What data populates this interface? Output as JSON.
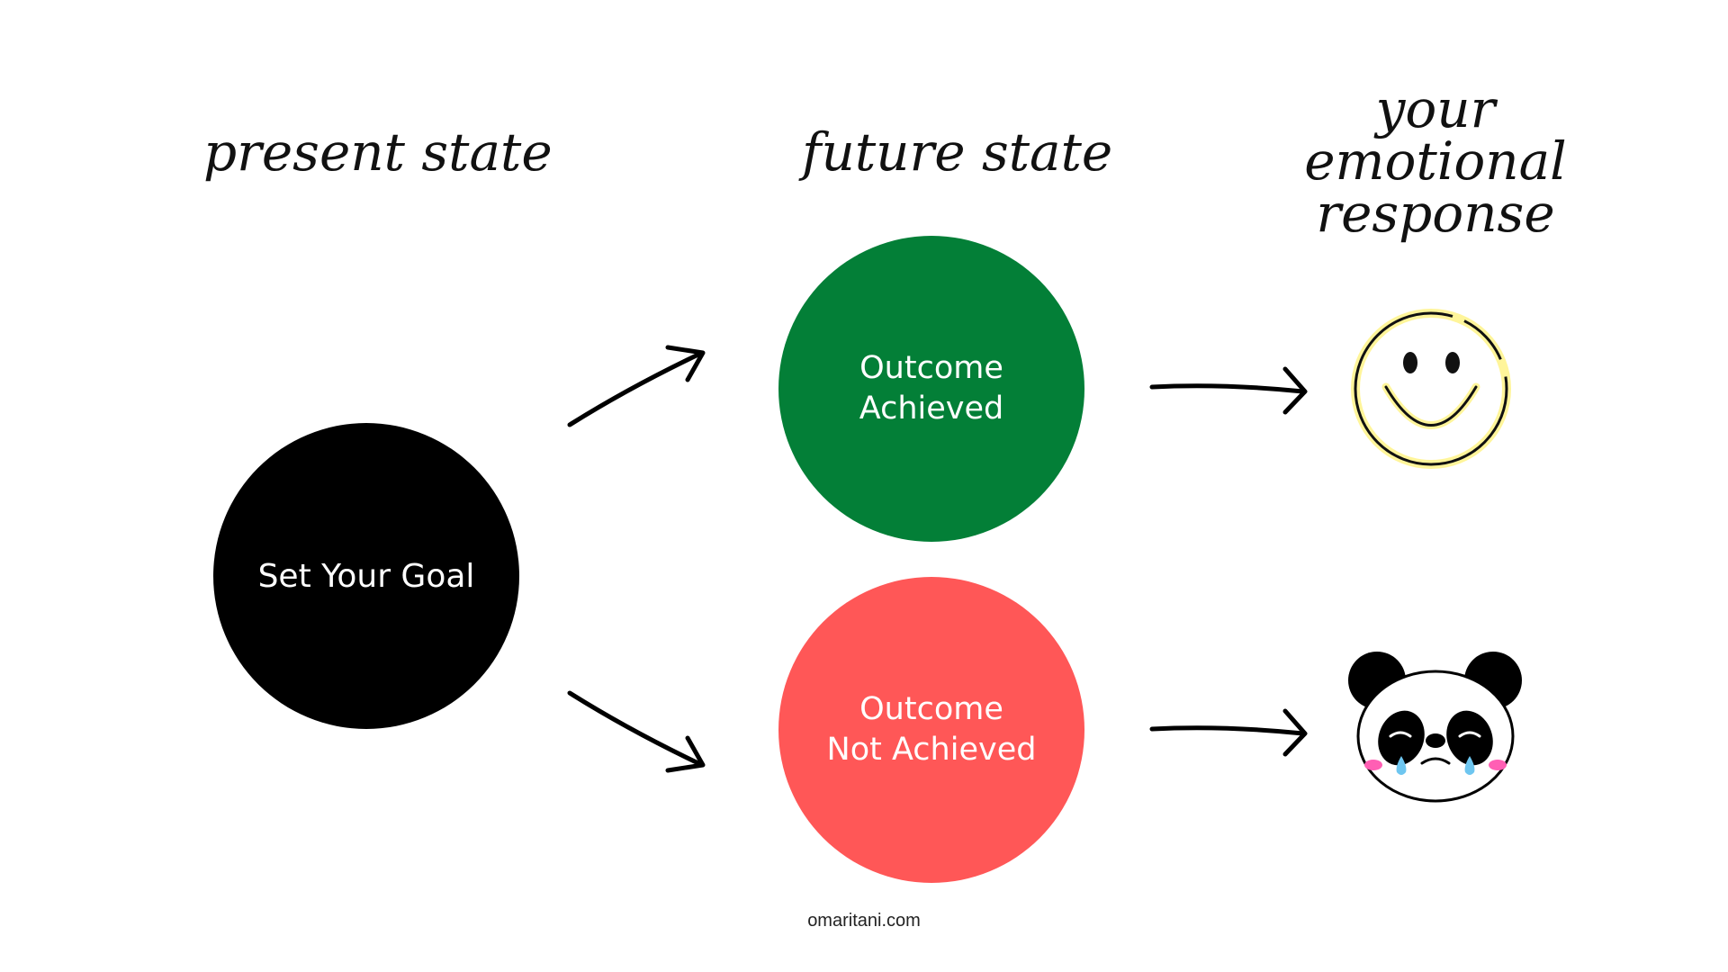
{
  "headings": {
    "present": "present state",
    "future": "future state",
    "emotional_lines": [
      "your",
      "emotional",
      "response"
    ]
  },
  "nodes": {
    "goal": {
      "label": "Set Your Goal",
      "color": "#000000"
    },
    "achieved": {
      "lines": [
        "Outcome",
        "Achieved"
      ],
      "color": "#037f37"
    },
    "not_achieved": {
      "lines": [
        "Outcome",
        "Not Achieved"
      ],
      "color": "#ff5757"
    }
  },
  "icons": {
    "happy": "smiley-face-icon",
    "sad": "crying-panda-icon"
  },
  "footer": "omaritani.com"
}
